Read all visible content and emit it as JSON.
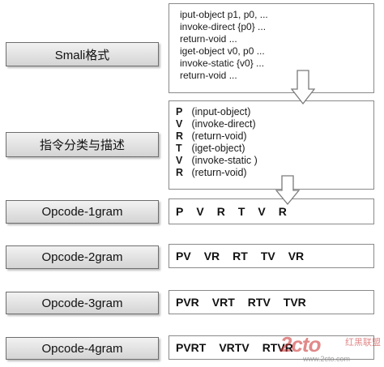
{
  "labels": {
    "smali": "Smali格式",
    "classify": "指令分类与描述",
    "g1": "Opcode-1gram",
    "g2": "Opcode-2gram",
    "g3": "Opcode-3gram",
    "g4": "Opcode-4gram"
  },
  "smali_code": [
    "iput-object p1, p0, ...",
    "invoke-direct {p0} ...",
    "return-void ...",
    "iget-object v0, p0 ...",
    "invoke-static {v0} ...",
    "return-void ..."
  ],
  "instructions": [
    {
      "letter": "P",
      "desc": "(input-object)"
    },
    {
      "letter": "V",
      "desc": "(invoke-direct)"
    },
    {
      "letter": "R",
      "desc": "(return-void)"
    },
    {
      "letter": "T",
      "desc": "(iget-object)"
    },
    {
      "letter": "V",
      "desc": "(invoke-static )"
    },
    {
      "letter": "R",
      "desc": "(return-void)"
    }
  ],
  "grams": {
    "g1": [
      "P",
      "V",
      "R",
      "T",
      "V",
      "R"
    ],
    "g2": [
      "PV",
      "VR",
      "RT",
      "TV",
      "VR"
    ],
    "g3": [
      "PVR",
      "VRT",
      "RTV",
      "TVR"
    ],
    "g4": [
      "PVRT",
      "VRTV",
      "RTVR"
    ]
  },
  "watermark": {
    "logo": "2cto",
    "cn": "红黑联盟",
    "url": "www.2cto.com"
  },
  "colors": {
    "border": "#8a8a8a",
    "label_top": "#f2f2f2",
    "label_bottom": "#d4d4d4",
    "watermark_red": "#c82828"
  }
}
